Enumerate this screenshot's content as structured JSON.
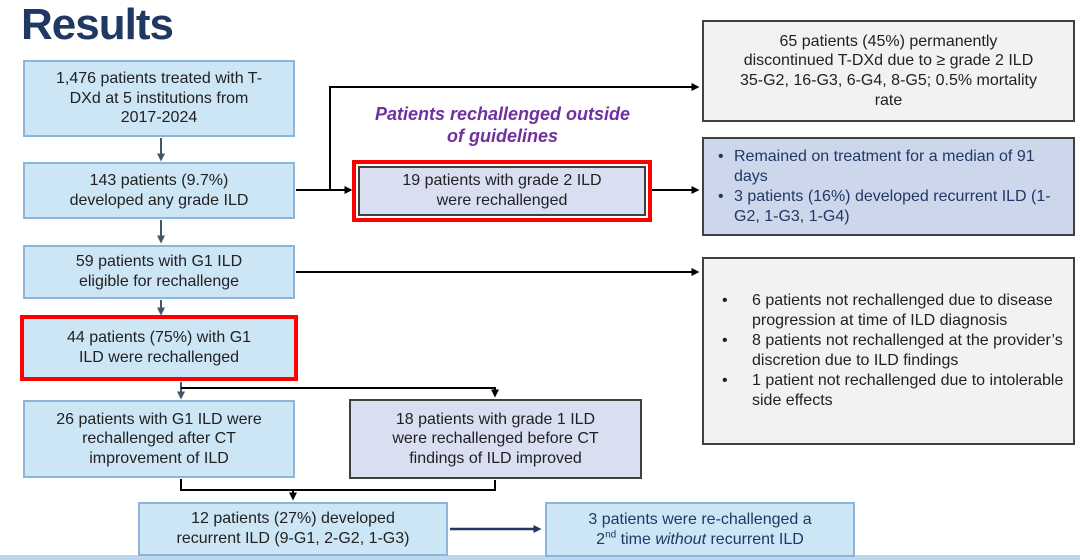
{
  "slide": {
    "title": "Results"
  },
  "colors": {
    "navy_text": "#1F3864",
    "purple_label": "#7030A0",
    "highlight_red": "#FF0000",
    "light_blue_box": "#CDE6F6",
    "light_blue_border": "#8DB4D9",
    "lavender_box": "#D9DFF1",
    "gray_box": "#F2F2F2",
    "dark_border": "#3F3F3F",
    "arrow_slate": "#44546A",
    "arrow_black": "#000000",
    "arrow_navy": "#1F3864",
    "bottom_strip": "#BDD7EE"
  },
  "flow": {
    "treated": "1,476 patients treated with T-\nDXd at 5 institutions from\n2017-2024",
    "developed_ild": "143 patients (9.7%)\ndeveloped any grade ILD",
    "eligible": "59 patients with G1 ILD\neligible for rechallenge",
    "rechallenged_g1": "44 patients (75%) with G1\nILD were rechallenged",
    "rechallenged_after_ct": "26 patients with G1 ILD were\nrechallenged after CT\nimprovement of ILD",
    "outside_guidelines_label": "Patients rechallenged outside\nof guidelines",
    "rechallenged_g2": "19 patients with grade 2 ILD\nwere rechallenged",
    "rechallenged_before_ct": "18 patients with grade 1 ILD\nwere rechallenged before CT\nfindings of ILD improved",
    "recurrent_ild": "12 patients (27%) developed\nrecurrent ILD (9-G1, 2-G2, 1-G3)",
    "second_rechallenge": {
      "line1": "3 patients were re-challenged a",
      "sup_base": "2",
      "sup": "nd",
      "mid": " time ",
      "italic": "without",
      "end": " recurrent ILD"
    }
  },
  "side": {
    "discontinued": "65 patients (45%) permanently\ndiscontinued T-DXd due to ≥ grade 2 ILD\n35-G2, 16-G3, 6-G4, 8-G5; 0.5% mortality\nrate",
    "g2_outcomes_bullets": [
      "Remained on treatment for a median of 91 days",
      "3 patients (16%) developed recurrent ILD (1-G2, 1-G3, 1-G4)"
    ],
    "not_rechallenged_bullets": [
      "6 patients not rechallenged due to disease progression at time of ILD diagnosis",
      "8 patients not rechallenged at the provider’s discretion due to ILD findings",
      "1 patient not rechallenged due to intolerable side effects"
    ]
  }
}
